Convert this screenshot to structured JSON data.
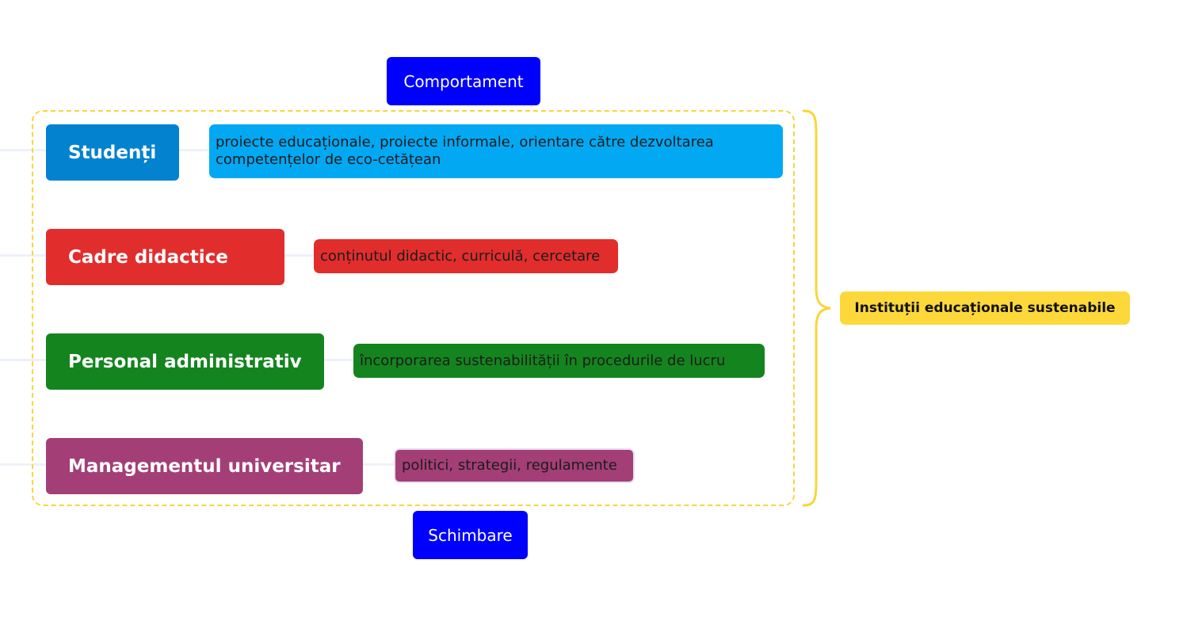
{
  "labels": {
    "top": "Comportament",
    "bottom": "Schimbare"
  },
  "summary": {
    "text": "Instituții educaționale sustenabile"
  },
  "rows": [
    {
      "title": "Studenți",
      "note": "proiecte educaționale, proiecte informale, orientare către dezvoltarea competențelor de eco-cetățean",
      "color": "#0382cf",
      "note_color": "#03a8f3"
    },
    {
      "title": "Cadre didactice",
      "note": "conținutul didactic, curriculă, cercetare",
      "color": "#e22d2d",
      "note_color": "#e22d2d"
    },
    {
      "title": "Personal administrativ",
      "note": "încorporarea sustenabilității în procedurile de lucru",
      "color": "#14841f",
      "note_color": "#14841f"
    },
    {
      "title": "Managementul universitar",
      "note": "politici, strategii, regulamente",
      "color": "#a33f76",
      "note_color": "#a33f76"
    }
  ],
  "colors": {
    "label_box": "#0000ff",
    "frame": "#fad53a",
    "summary": "#fdd83a",
    "connector": "#edf1f8"
  }
}
